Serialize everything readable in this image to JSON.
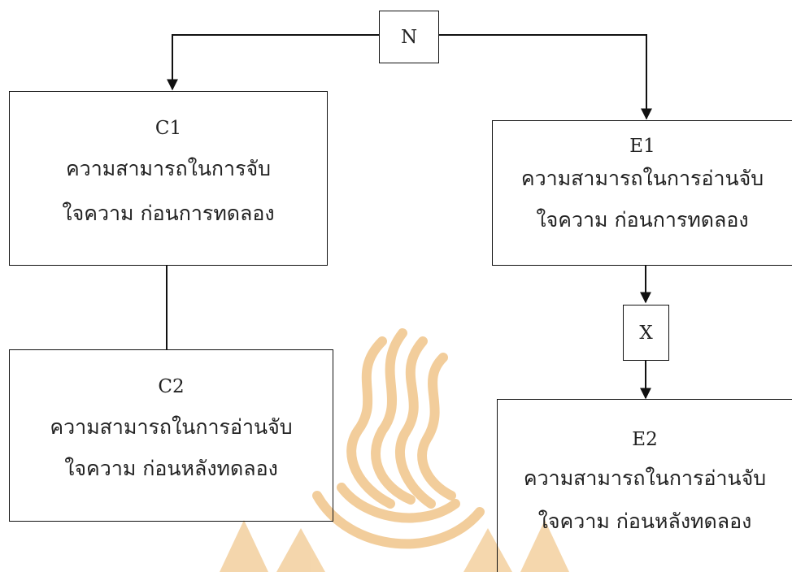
{
  "nodes": {
    "N": {
      "label": "N"
    },
    "X": {
      "label": "X"
    },
    "C1": {
      "code": "C1",
      "line1": "ความสามารถในการจับ",
      "line2": "ใจความ  ก่อนการทดลอง"
    },
    "C2": {
      "code": "C2",
      "line1": "ความสามารถในการอ่านจับ",
      "line2": "ใจความ ก่อนหลังทดลอง"
    },
    "E1": {
      "code": "E1",
      "line1": "ความสามารถในการอ่านจับ",
      "line2": "ใจความ ก่อนการทดลอง"
    },
    "E2": {
      "code": "E2",
      "line1": "ความสามารถในการอ่านจับ",
      "line2": "ใจความ ก่อนหลังทดลอง"
    }
  },
  "edges": [
    {
      "from": "N",
      "to": "C1",
      "arrow": true
    },
    {
      "from": "N",
      "to": "E1",
      "arrow": true
    },
    {
      "from": "C1",
      "to": "C2",
      "arrow": false
    },
    {
      "from": "E1",
      "to": "X",
      "arrow": true
    },
    {
      "from": "X",
      "to": "E2",
      "arrow": true
    }
  ],
  "colors": {
    "line": "#111111",
    "text": "#222222",
    "watermark": "#E8A64A"
  }
}
